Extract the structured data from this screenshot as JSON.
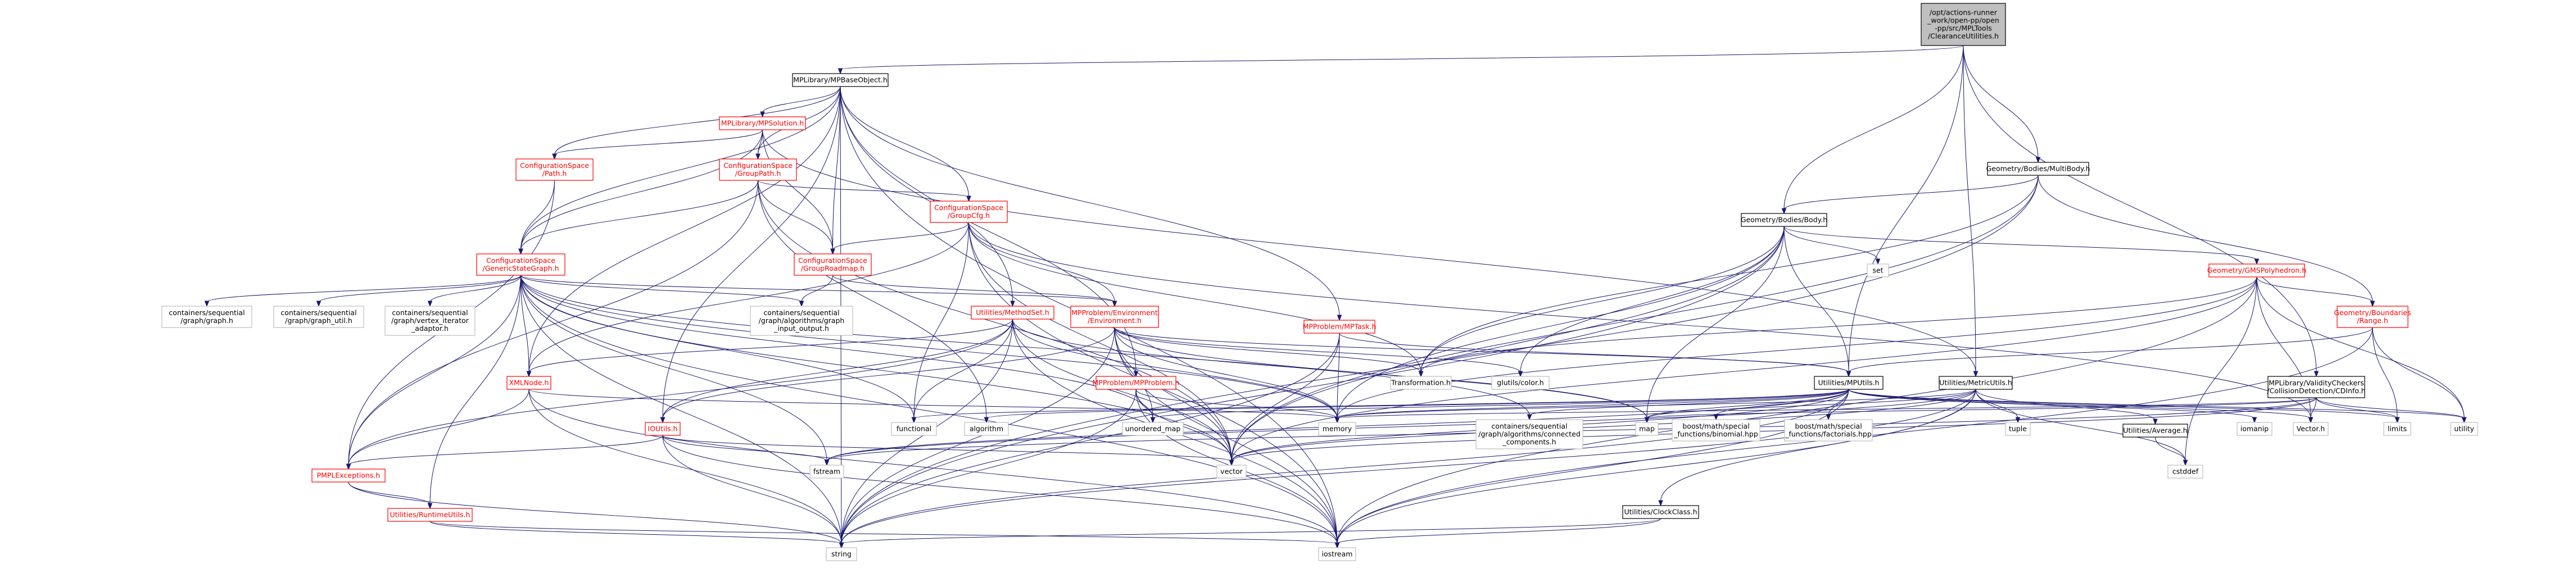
{
  "colors": {
    "edge_main": "#191970",
    "edge_gray": "#a9a9a9",
    "node_border_main": "#000000",
    "node_border_red": "#ff0000",
    "node_border_gray": "#bfbfbf",
    "node_fill_root": "#bfbfbf",
    "node_fill": "#ffffff",
    "text_red": "#ff0000"
  },
  "nodes": [
    {
      "id": "root",
      "style": "root",
      "lines": [
        "/opt/actions-runner",
        "_work/open-pp/open",
        "-pp/src/MPLTools",
        "/ClearanceUtilities.h"
      ]
    },
    {
      "id": "mpbase",
      "style": "main",
      "lines": [
        "MPLibrary/MPBaseObject.h"
      ]
    },
    {
      "id": "mpsol",
      "style": "red",
      "lines": [
        "MPLibrary/MPSolution.h"
      ]
    },
    {
      "id": "cspath",
      "style": "red",
      "lines": [
        "ConfigurationSpace",
        "/Path.h"
      ]
    },
    {
      "id": "csgrouppath",
      "style": "red",
      "lines": [
        "ConfigurationSpace",
        "/GroupPath.h"
      ]
    },
    {
      "id": "csgroupcfg",
      "style": "red",
      "lines": [
        "ConfigurationSpace",
        "/GroupCfg.h"
      ]
    },
    {
      "id": "csgrouproad",
      "style": "red",
      "lines": [
        "ConfigurationSpace",
        "/GroupRoadmap.h"
      ]
    },
    {
      "id": "csgsg",
      "style": "red",
      "lines": [
        "ConfigurationSpace",
        "/GenericStateGraph.h"
      ]
    },
    {
      "id": "cseq_graph",
      "style": "gray",
      "lines": [
        "containers/sequential",
        "/graph/graph.h"
      ]
    },
    {
      "id": "cseq_gutil",
      "style": "gray",
      "lines": [
        "containers/sequential",
        "/graph/graph_util.h"
      ]
    },
    {
      "id": "cseq_vit",
      "style": "gray",
      "lines": [
        "containers/sequential",
        "/graph/vertex_iterator",
        "_adaptor.h"
      ]
    },
    {
      "id": "cseq_io",
      "style": "gray",
      "lines": [
        "containers/sequential",
        "/graph/algorithms/graph",
        "_input_output.h"
      ]
    },
    {
      "id": "utilmeth",
      "style": "red",
      "lines": [
        "Utilities/MethodSet.h"
      ]
    },
    {
      "id": "mpenv",
      "style": "red",
      "lines": [
        "MPProblem/Environment",
        "/Environment.h"
      ]
    },
    {
      "id": "mptask",
      "style": "red",
      "lines": [
        "MPProblem/MPTask.h"
      ]
    },
    {
      "id": "mpprob",
      "style": "red",
      "lines": [
        "MPProblem/MPProblem.h"
      ]
    },
    {
      "id": "xmlnode",
      "style": "red",
      "lines": [
        "XMLNode.h"
      ]
    },
    {
      "id": "ioutils",
      "style": "red",
      "lines": [
        "IOUtils.h"
      ]
    },
    {
      "id": "pmplexc",
      "style": "red",
      "lines": [
        "PMPLExceptions.h"
      ]
    },
    {
      "id": "runtimeutils",
      "style": "red",
      "lines": [
        "Utilities/RuntimeUtils.h"
      ]
    },
    {
      "id": "geobody",
      "style": "main",
      "lines": [
        "Geometry/Bodies/Body.h"
      ]
    },
    {
      "id": "geomulti",
      "style": "main",
      "lines": [
        "Geometry/Bodies/MultiBody.h"
      ]
    },
    {
      "id": "geogms",
      "style": "red",
      "lines": [
        "Geometry/GMSPolyhedron.h"
      ]
    },
    {
      "id": "geobound",
      "style": "red",
      "lines": [
        "Geometry/Boundaries",
        "/Range.h"
      ]
    },
    {
      "id": "mplval",
      "style": "main",
      "lines": [
        "MPLibrary/ValidityCheckers",
        "/CollisionDetection/CDInfo.h"
      ]
    },
    {
      "id": "utilmpu",
      "style": "main",
      "lines": [
        "Utilities/MPUtils.h"
      ]
    },
    {
      "id": "utilmetric",
      "style": "main",
      "lines": [
        "Utilities/MetricUtils.h"
      ]
    },
    {
      "id": "utilavg",
      "style": "main",
      "lines": [
        "Utilities/Average.h"
      ]
    },
    {
      "id": "utilclock",
      "style": "main",
      "lines": [
        "Utilities/ClockClass.h"
      ]
    },
    {
      "id": "set",
      "style": "gray",
      "lines": [
        "set"
      ]
    },
    {
      "id": "glut",
      "style": "gray",
      "lines": [
        "glutils/color.h"
      ]
    },
    {
      "id": "transf",
      "style": "gray",
      "lines": [
        "Transformation.h"
      ]
    },
    {
      "id": "cseq_conn",
      "style": "gray",
      "lines": [
        "containers/sequential",
        "/graph/algorithms/connected",
        "_components.h"
      ]
    },
    {
      "id": "binom",
      "style": "gray",
      "lines": [
        "boost/math/special",
        "_functions/binomial.hpp"
      ]
    },
    {
      "id": "fact",
      "style": "gray",
      "lines": [
        "boost/math/special",
        "_functions/factorials.hpp"
      ]
    },
    {
      "id": "functional",
      "style": "gray",
      "lines": [
        "functional"
      ]
    },
    {
      "id": "algorithm",
      "style": "gray",
      "lines": [
        "algorithm"
      ]
    },
    {
      "id": "unordered_map",
      "style": "gray",
      "lines": [
        "unordered_map"
      ]
    },
    {
      "id": "memory",
      "style": "gray",
      "lines": [
        "memory"
      ]
    },
    {
      "id": "map",
      "style": "gray",
      "lines": [
        "map"
      ]
    },
    {
      "id": "tuple",
      "style": "gray",
      "lines": [
        "tuple"
      ]
    },
    {
      "id": "iomanip",
      "style": "gray",
      "lines": [
        "iomanip"
      ]
    },
    {
      "id": "vector_h",
      "style": "gray",
      "lines": [
        "Vector.h"
      ]
    },
    {
      "id": "limits",
      "style": "gray",
      "lines": [
        "limits"
      ]
    },
    {
      "id": "utility",
      "style": "gray",
      "lines": [
        "utility"
      ]
    },
    {
      "id": "fstream",
      "style": "gray",
      "lines": [
        "fstream"
      ]
    },
    {
      "id": "vector",
      "style": "gray",
      "lines": [
        "vector"
      ]
    },
    {
      "id": "cstddef",
      "style": "gray",
      "lines": [
        "cstddef"
      ]
    },
    {
      "id": "string",
      "style": "gray",
      "lines": [
        "string"
      ]
    },
    {
      "id": "iostream",
      "style": "gray",
      "lines": [
        "iostream"
      ]
    }
  ],
  "edges": [
    [
      "root",
      "mpbase"
    ],
    [
      "root",
      "geobody"
    ],
    [
      "root",
      "geomulti"
    ],
    [
      "root",
      "utilmpu"
    ],
    [
      "root",
      "utilmetric"
    ],
    [
      "root",
      "mplval"
    ],
    [
      "mpbase",
      "mpsol"
    ],
    [
      "mpbase",
      "cspath"
    ],
    [
      "mpbase",
      "csgrouppath"
    ],
    [
      "mpbase",
      "csgroupcfg"
    ],
    [
      "mpbase",
      "csgrouproad"
    ],
    [
      "mpbase",
      "csgsg"
    ],
    [
      "mpbase",
      "utilmeth"
    ],
    [
      "mpbase",
      "mptask"
    ],
    [
      "mpbase",
      "mpprob"
    ],
    [
      "mpbase",
      "xmlnode"
    ],
    [
      "mpbase",
      "ioutils"
    ],
    [
      "mpbase",
      "string"
    ],
    [
      "mpbase",
      "iostream"
    ],
    [
      "mpsol",
      "cspath"
    ],
    [
      "mpsol",
      "csgrouppath"
    ],
    [
      "mpsol",
      "csgrouproad"
    ],
    [
      "mpsol",
      "csgsg"
    ],
    [
      "mpsol",
      "utilmetric"
    ],
    [
      "cspath",
      "csgsg"
    ],
    [
      "cspath",
      "pmplexc"
    ],
    [
      "csgrouppath",
      "csgroupcfg"
    ],
    [
      "csgrouppath",
      "csgrouproad"
    ],
    [
      "csgrouppath",
      "csgsg"
    ],
    [
      "csgrouppath",
      "pmplexc"
    ],
    [
      "csgrouppath",
      "vector"
    ],
    [
      "csgrouppath",
      "algorithm"
    ],
    [
      "csgroupcfg",
      "csgrouproad"
    ],
    [
      "csgroupcfg",
      "mpenv"
    ],
    [
      "csgroupcfg",
      "transf"
    ],
    [
      "csgroupcfg",
      "vector_h"
    ],
    [
      "csgroupcfg",
      "functional"
    ],
    [
      "csgroupcfg",
      "vector"
    ],
    [
      "csgroupcfg",
      "iostream"
    ],
    [
      "csgroupcfg",
      "xmlnode"
    ],
    [
      "csgrouproad",
      "cseq_io"
    ],
    [
      "csgrouproad",
      "mpenv"
    ],
    [
      "csgsg",
      "cseq_graph"
    ],
    [
      "csgsg",
      "cseq_gutil"
    ],
    [
      "csgsg",
      "cseq_vit"
    ],
    [
      "csgsg",
      "cseq_io"
    ],
    [
      "csgsg",
      "mpenv"
    ],
    [
      "csgsg",
      "runtimeutils"
    ],
    [
      "csgsg",
      "pmplexc"
    ],
    [
      "csgsg",
      "xmlnode"
    ],
    [
      "csgsg",
      "functional"
    ],
    [
      "csgsg",
      "fstream"
    ],
    [
      "csgsg",
      "string"
    ],
    [
      "csgsg",
      "vector"
    ],
    [
      "csgsg",
      "unordered_map"
    ],
    [
      "csgsg",
      "memory"
    ],
    [
      "csgsg",
      "iostream"
    ],
    [
      "csgsg",
      "cseq_conn"
    ],
    [
      "utilmeth",
      "xmlnode"
    ],
    [
      "utilmeth",
      "ioutils"
    ],
    [
      "utilmeth",
      "functional"
    ],
    [
      "utilmeth",
      "memory"
    ],
    [
      "utilmeth",
      "map"
    ],
    [
      "utilmeth",
      "string"
    ],
    [
      "utilmeth",
      "vector"
    ],
    [
      "utilmeth",
      "iostream"
    ],
    [
      "utilmeth",
      "pmplexc"
    ],
    [
      "mpenv",
      "utilmpu"
    ],
    [
      "mpenv",
      "transf"
    ],
    [
      "mpenv",
      "glut"
    ],
    [
      "mpenv",
      "ioutils"
    ],
    [
      "mpenv",
      "memory"
    ],
    [
      "mpenv",
      "unordered_map"
    ],
    [
      "mpenv",
      "vector"
    ],
    [
      "mpenv",
      "string"
    ],
    [
      "mpenv",
      "iostream"
    ],
    [
      "mpenv",
      "map"
    ],
    [
      "mptask",
      "utilmpu"
    ],
    [
      "mptask",
      "memory"
    ],
    [
      "mptask",
      "string"
    ],
    [
      "mptask",
      "vector"
    ],
    [
      "mpprob",
      "memory"
    ],
    [
      "mpprob",
      "unordered_map"
    ],
    [
      "mpprob",
      "string"
    ],
    [
      "mpprob",
      "vector"
    ],
    [
      "mpprob",
      "iostream"
    ],
    [
      "xmlnode",
      "pmplexc"
    ],
    [
      "xmlnode",
      "memory"
    ],
    [
      "xmlnode",
      "string"
    ],
    [
      "xmlnode",
      "iostream"
    ],
    [
      "ioutils",
      "pmplexc"
    ],
    [
      "ioutils",
      "fstream"
    ],
    [
      "ioutils",
      "string"
    ],
    [
      "ioutils",
      "vector"
    ],
    [
      "ioutils",
      "iostream"
    ],
    [
      "pmplexc",
      "runtimeutils"
    ],
    [
      "pmplexc",
      "string"
    ],
    [
      "runtimeutils",
      "string"
    ],
    [
      "runtimeutils",
      "iostream"
    ],
    [
      "geomulti",
      "geobody"
    ],
    [
      "geomulti",
      "geobound"
    ],
    [
      "geomulti",
      "transf"
    ],
    [
      "geomulti",
      "vector"
    ],
    [
      "geomulti",
      "string"
    ],
    [
      "geobody",
      "geogms"
    ],
    [
      "geobody",
      "utilmpu"
    ],
    [
      "geobody",
      "glut"
    ],
    [
      "geobody",
      "transf"
    ],
    [
      "geobody",
      "set"
    ],
    [
      "geobody",
      "memory"
    ],
    [
      "geobody",
      "map"
    ],
    [
      "geobody",
      "vector"
    ],
    [
      "geobody",
      "string"
    ],
    [
      "geogms",
      "geobound"
    ],
    [
      "geogms",
      "vector_h"
    ],
    [
      "geogms",
      "transf"
    ],
    [
      "geogms",
      "utility"
    ],
    [
      "geogms",
      "iostream"
    ],
    [
      "geogms",
      "vector"
    ],
    [
      "geogms",
      "memory"
    ],
    [
      "geogms",
      "cstddef"
    ],
    [
      "geobound",
      "utilmpu"
    ],
    [
      "geobound",
      "limits"
    ],
    [
      "geobound",
      "utility"
    ],
    [
      "geobound",
      "iostream"
    ],
    [
      "mplval",
      "vector_h"
    ],
    [
      "mplval",
      "limits"
    ],
    [
      "mplval",
      "utility"
    ],
    [
      "mplval",
      "vector"
    ],
    [
      "mplval",
      "map"
    ],
    [
      "mplval",
      "memory"
    ],
    [
      "mplval",
      "fstream"
    ],
    [
      "utilmpu",
      "cseq_conn"
    ],
    [
      "utilmpu",
      "binom"
    ],
    [
      "utilmpu",
      "fact"
    ],
    [
      "utilmpu",
      "functional"
    ],
    [
      "utilmpu",
      "algorithm"
    ],
    [
      "utilmpu",
      "unordered_map"
    ],
    [
      "utilmpu",
      "memory"
    ],
    [
      "utilmpu",
      "map"
    ],
    [
      "utilmpu",
      "iomanip"
    ],
    [
      "utilmpu",
      "vector_h"
    ],
    [
      "utilmpu",
      "limits"
    ],
    [
      "utilmpu",
      "utility"
    ],
    [
      "utilmpu",
      "fstream"
    ],
    [
      "utilmpu",
      "vector"
    ],
    [
      "utilmpu",
      "string"
    ],
    [
      "utilmpu",
      "iostream"
    ],
    [
      "utilmetric",
      "utilavg"
    ],
    [
      "utilmetric",
      "utilclock"
    ],
    [
      "utilmetric",
      "tuple"
    ],
    [
      "utilmetric",
      "map"
    ],
    [
      "utilmetric",
      "memory"
    ],
    [
      "utilmetric",
      "vector"
    ],
    [
      "utilmetric",
      "string"
    ],
    [
      "utilmetric",
      "iostream"
    ],
    [
      "utilmetric",
      "fstream"
    ],
    [
      "utilmetric",
      "cstddef"
    ],
    [
      "utilavg",
      "cstddef"
    ],
    [
      "utilclock",
      "string"
    ],
    [
      "utilclock",
      "iostream"
    ]
  ]
}
